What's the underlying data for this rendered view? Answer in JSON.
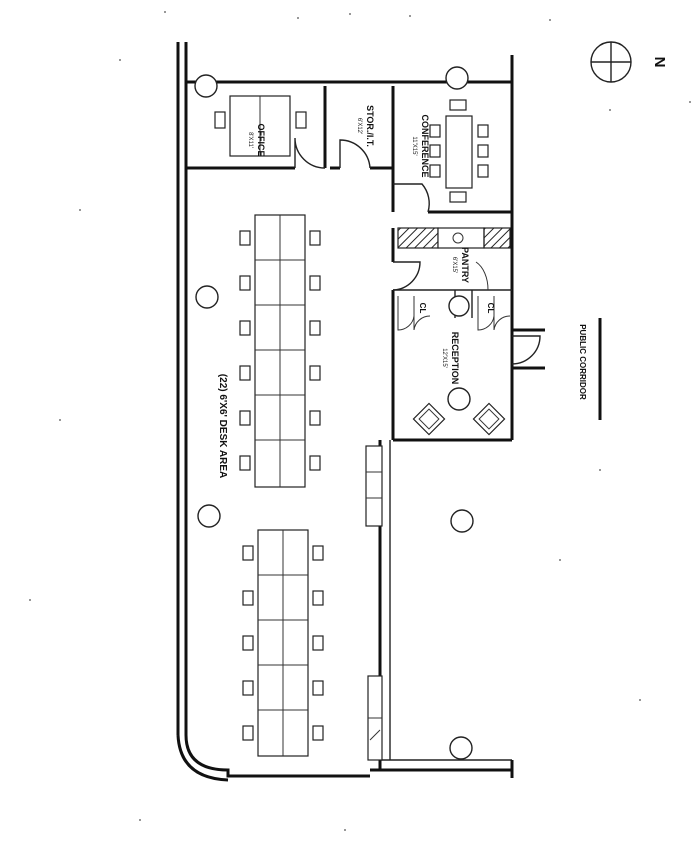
{
  "plan": {
    "compass": {
      "label": "N"
    },
    "rooms": {
      "office": {
        "name": "OFFICE",
        "size": "8'X11'"
      },
      "storage": {
        "name": "STOR./I.T.",
        "size": "6'X12'"
      },
      "conference": {
        "name": "CONFERENCE",
        "size": "11'X15'"
      },
      "pantry": {
        "name": "PANTRY",
        "size": "6'X15'"
      },
      "reception": {
        "name": "RECEPTION",
        "size": "12'X15'"
      },
      "open_area": {
        "name": "(22) 6'X6' DESK AREA"
      },
      "public_corridor": {
        "name": "PUBLIC CORRIDOR"
      }
    },
    "closets": [
      "CL",
      "CL"
    ]
  }
}
